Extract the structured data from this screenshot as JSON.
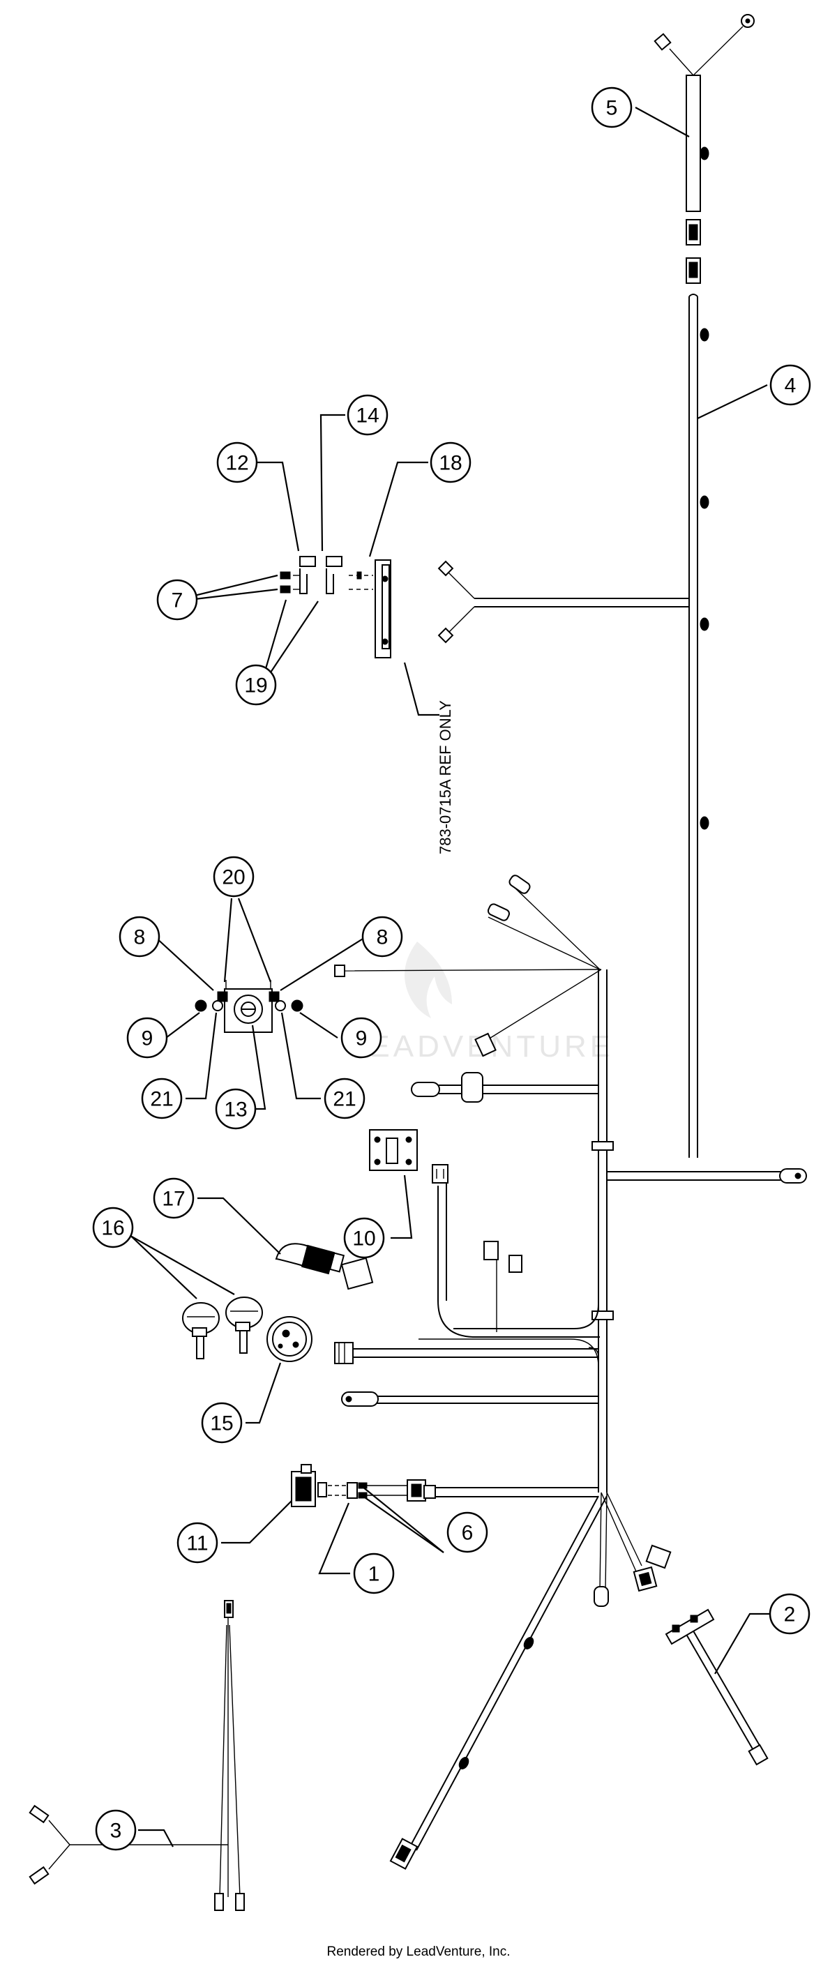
{
  "diagram": {
    "callouts": [
      {
        "id": "c1",
        "label": "1"
      },
      {
        "id": "c2",
        "label": "2"
      },
      {
        "id": "c3",
        "label": "3"
      },
      {
        "id": "c4",
        "label": "4"
      },
      {
        "id": "c5",
        "label": "5"
      },
      {
        "id": "c6",
        "label": "6"
      },
      {
        "id": "c7",
        "label": "7"
      },
      {
        "id": "c8a",
        "label": "8"
      },
      {
        "id": "c8b",
        "label": "8"
      },
      {
        "id": "c9a",
        "label": "9"
      },
      {
        "id": "c9b",
        "label": "9"
      },
      {
        "id": "c10",
        "label": "10"
      },
      {
        "id": "c11",
        "label": "11"
      },
      {
        "id": "c12",
        "label": "12"
      },
      {
        "id": "c13",
        "label": "13"
      },
      {
        "id": "c14",
        "label": "14"
      },
      {
        "id": "c15",
        "label": "15"
      },
      {
        "id": "c16",
        "label": "16"
      },
      {
        "id": "c17",
        "label": "17"
      },
      {
        "id": "c18",
        "label": "18"
      },
      {
        "id": "c19",
        "label": "19"
      },
      {
        "id": "c20",
        "label": "20"
      },
      {
        "id": "c21a",
        "label": "21"
      },
      {
        "id": "c21b",
        "label": "21"
      }
    ],
    "ref_note": "783-0715A REF ONLY",
    "watermark": "LEADVENTURE",
    "footer": "Rendered by LeadVenture, Inc."
  }
}
